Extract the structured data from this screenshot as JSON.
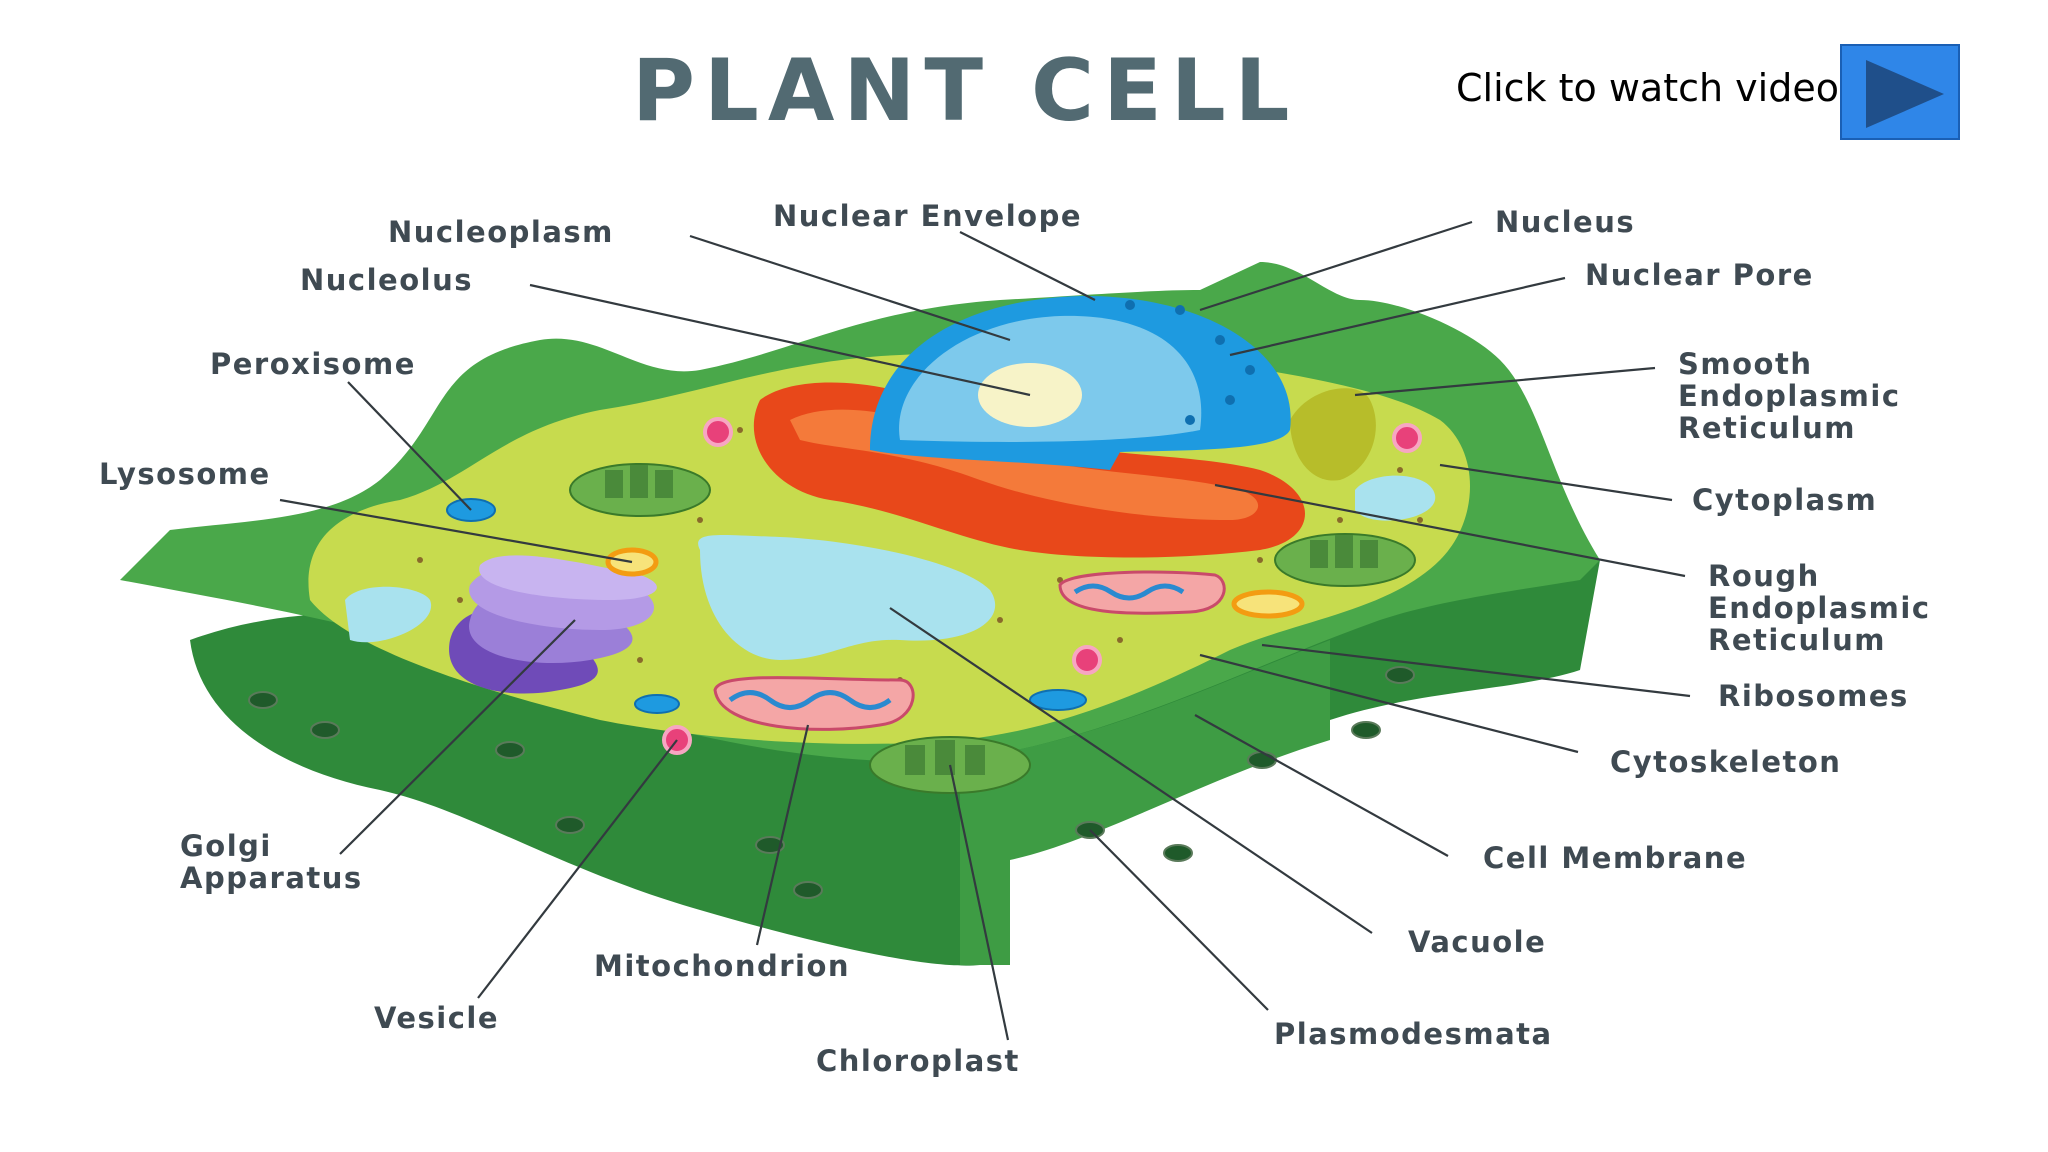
{
  "title": "PLANT CELL",
  "video": {
    "prompt": "Click to watch video:",
    "button_icon": "play-icon"
  },
  "labels": {
    "nucleoplasm": "Nucleoplasm",
    "nuclear_envelope": "Nuclear Envelope",
    "nucleus": "Nucleus",
    "nucleolus": "Nucleolus",
    "nuclear_pore": "Nuclear Pore",
    "peroxisome": "Peroxisome",
    "smooth_er_1": "Smooth",
    "smooth_er_2": "Endoplasmic",
    "smooth_er_3": "Reticulum",
    "lysosome": "Lysosome",
    "cytoplasm": "Cytoplasm",
    "rough_er_1": "Rough",
    "rough_er_2": "Endoplasmic",
    "rough_er_3": "Reticulum",
    "ribosomes": "Ribosomes",
    "cytoskeleton": "Cytoskeleton",
    "golgi_1": "Golgi",
    "golgi_2": "Apparatus",
    "cell_membrane": "Cell Membrane",
    "vacuole": "Vacuole",
    "mitochondrion": "Mitochondrion",
    "vesicle": "Vesicle",
    "plasmodesmata": "Plasmodesmata",
    "chloroplast": "Chloroplast"
  },
  "colors": {
    "cell_wall": "#4aa84a",
    "cell_wall_dark": "#2f8a3a",
    "cytoplasm": "#c7db4e",
    "nucleus": "#1e9ae0",
    "nucleoplasm": "#7dc9ec",
    "nucleolus": "#f7f3c8",
    "rough_er": "#ee5a24",
    "golgi": "#9b7fd8",
    "vacuole": "#a9e2ee",
    "mitochondrion": "#f4a6a6",
    "chloroplast": "#6ab04c",
    "play_button": "#2f86e8"
  }
}
